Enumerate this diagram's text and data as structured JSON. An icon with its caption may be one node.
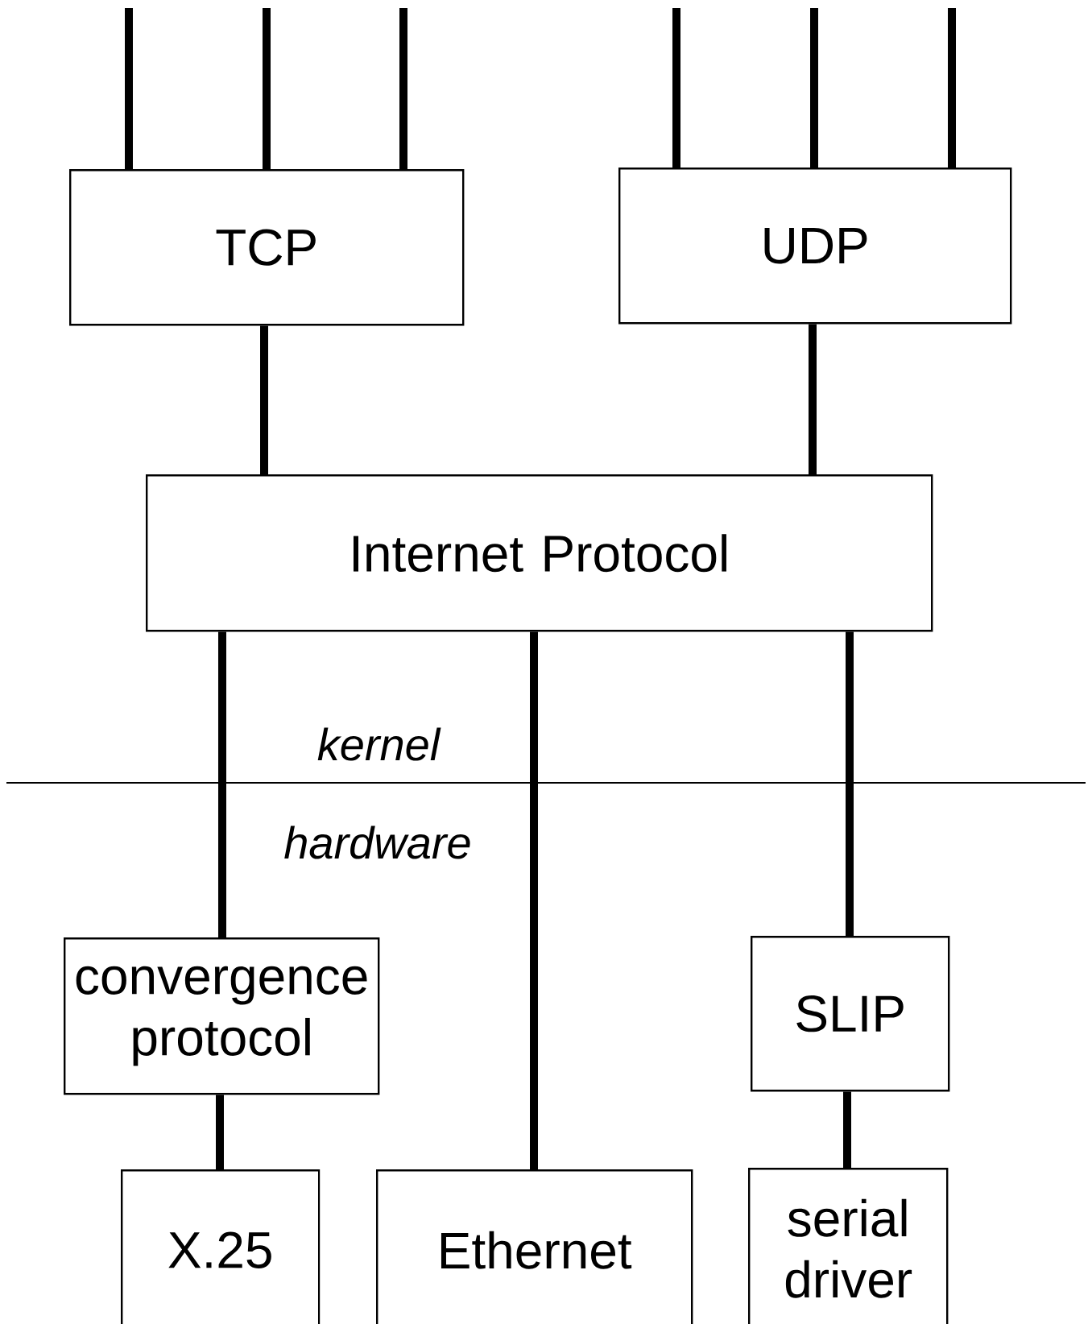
{
  "diagram": {
    "nodes": [
      {
        "text": [
          "TCP"
        ]
      },
      {
        "text": [
          "UDP"
        ]
      },
      {
        "text": [
          "Internet Protocol"
        ]
      },
      {
        "text": [
          "convergence protocol"
        ]
      },
      {
        "text": [
          "SLIP"
        ]
      },
      {
        "text": [
          "X.25"
        ]
      },
      {
        "text": [
          "Ethernet"
        ]
      },
      {
        "text": [
          "serial driver"
        ]
      }
    ],
    "edges": [
      {
        "from": null,
        "to": 0,
        "arrow": "none"
      },
      {
        "from": null,
        "to": 0,
        "arrow": "none"
      },
      {
        "from": null,
        "to": 0,
        "arrow": "none"
      },
      {
        "from": null,
        "to": 1,
        "arrow": "none"
      },
      {
        "from": null,
        "to": 1,
        "arrow": "none"
      },
      {
        "from": null,
        "to": 1,
        "arrow": "none"
      },
      {
        "from": 0,
        "to": 2,
        "arrow": "none"
      },
      {
        "from": 1,
        "to": 2,
        "arrow": "none"
      },
      {
        "from": 2,
        "to": 3,
        "arrow": "none"
      },
      {
        "from": 2,
        "to": 6,
        "arrow": "none"
      },
      {
        "from": 2,
        "to": 4,
        "arrow": "none"
      },
      {
        "from": 3,
        "to": 5,
        "arrow": "none"
      },
      {
        "from": 4,
        "to": 7,
        "arrow": "none"
      }
    ],
    "labels": [
      "kernel",
      "hardware"
    ]
  }
}
